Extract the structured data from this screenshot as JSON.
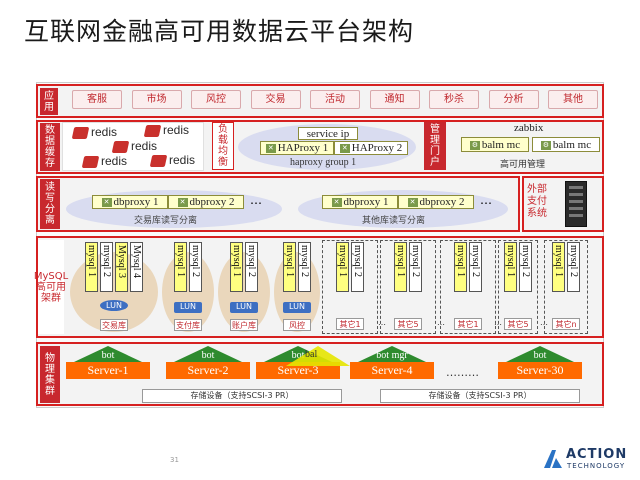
{
  "title": "互联网金融高可用数据云平台架构",
  "rows": {
    "app": "应用",
    "cache": "数据缓存",
    "rw": "读写分离",
    "mysql": "MySQL高可用架群",
    "phys": "物理集群"
  },
  "apps": [
    "客服",
    "市场",
    "风控",
    "交易",
    "活动",
    "通知",
    "秒杀",
    "分析",
    "其他"
  ],
  "redis": [
    "redis",
    "redis",
    "redis",
    "redis",
    "redis"
  ],
  "lb": {
    "label": "负载均衡",
    "service_ip": "service ip",
    "haproxy1": "HAProxy 1",
    "haproxy2": "HAProxy 2",
    "group": "haproxy group 1"
  },
  "mgmt": {
    "label": "管理门户",
    "zabbix": "zabbix",
    "balm1": "balm mc",
    "balm2": "balm mc",
    "caption": "高可用管理"
  },
  "rw_groups": [
    {
      "p1": "dbproxy 1",
      "p2": "dbproxy 2",
      "caption": "交易库读写分离"
    },
    {
      "p1": "dbproxy 1",
      "p2": "dbproxy 2",
      "caption": "其他库读写分离"
    }
  ],
  "ellipsis": "…",
  "external": "外部支付系统",
  "mysql_groups": [
    {
      "bars": [
        "mysql 1",
        "mysql 2",
        "Mysql 3",
        "Mysql 4"
      ],
      "lun": "LUN",
      "tag": "交易库"
    },
    {
      "bars": [
        "mysql 1",
        "mysql 2"
      ],
      "lun": "LUN",
      "tag": "支付库"
    },
    {
      "bars": [
        "mysql 1",
        "mysql 2"
      ],
      "lun": "LUN",
      "tag": "账户库"
    },
    {
      "bars": [
        "mysql 1",
        "mysql 2"
      ],
      "lun": "LUN",
      "tag": "风控"
    },
    {
      "bars": [
        "mysql 1",
        "mysql 2"
      ],
      "tag": "其它1"
    },
    {
      "bars": [
        "mysql 1",
        "mysql 2"
      ],
      "tag": "其它5"
    },
    {
      "bars": [
        "mysql 1",
        "mysql 2"
      ],
      "tag": "其它1"
    },
    {
      "bars": [
        "mysql 1",
        "mysql 2"
      ],
      "tag": "其它5"
    },
    {
      "bars": [
        "mysql 1",
        "mysql 2"
      ],
      "tag": "其它n"
    }
  ],
  "servers": [
    {
      "bot": "bot",
      "name": "Server-1"
    },
    {
      "bot": "bot",
      "name": "Server-2"
    },
    {
      "bot": "bot",
      "name": "Server-3"
    },
    {
      "bot": "bot mgr",
      "name": "Server-4"
    },
    {
      "bot": "bot",
      "name": "Server-30"
    }
  ],
  "bal": "bal",
  "dots": "………",
  "storage": [
    "存储设备（支持SCSI-3 PR）",
    "存储设备（支持SCSI-3 PR）"
  ],
  "page_no": "31",
  "logo": {
    "line1": "ACTION",
    "line2": "TECHNOLOGY"
  },
  "colors": {
    "frame": "#d62020",
    "label_bg": "#c8282e",
    "server": "#ff6a00",
    "triangle": "#2e8b2e",
    "lun": "#3d6fc2",
    "proxy": "#ffffcc"
  }
}
